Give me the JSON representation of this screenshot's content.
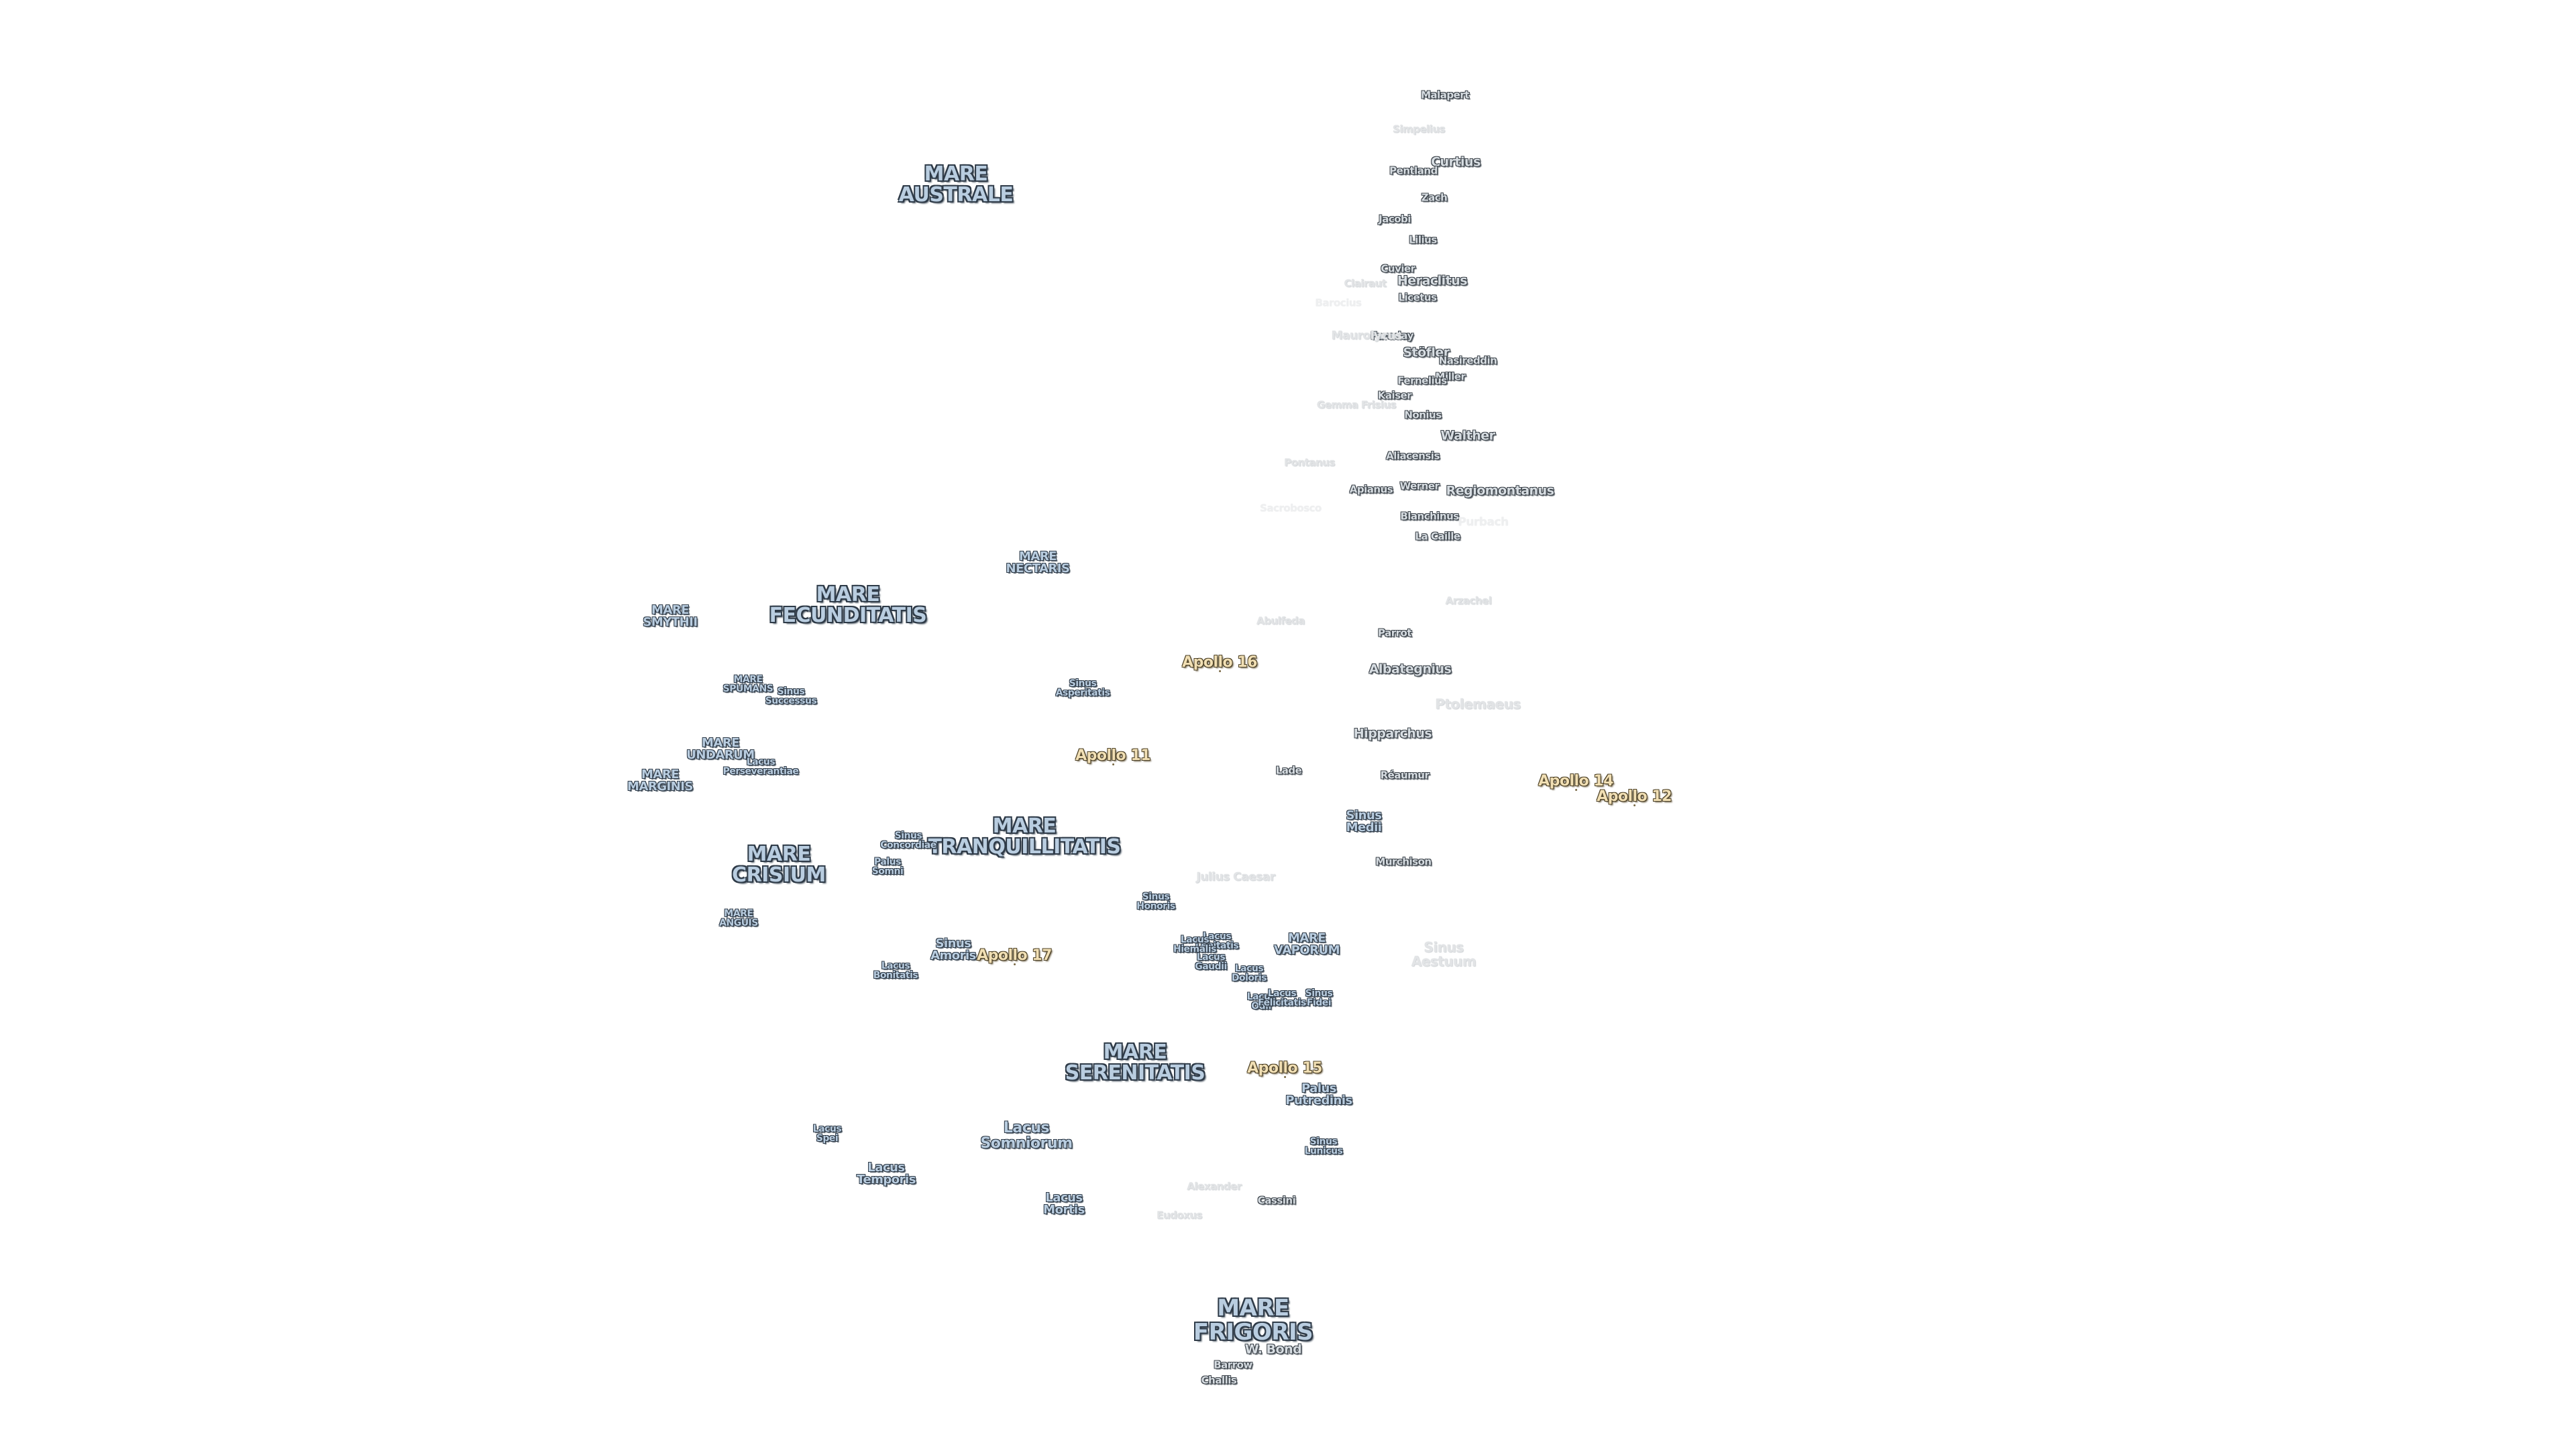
{
  "map": {
    "maria": [
      {
        "id": "mare-australe",
        "label": "MARE\nAUSTRALE"
      },
      {
        "id": "mare-nectaris",
        "label": "MARE\nNECTARIS"
      },
      {
        "id": "mare-smythii",
        "label": "MARE\nSMYTHII"
      },
      {
        "id": "mare-fecunditatis",
        "label": "MARE\nFECUNDITATIS"
      },
      {
        "id": "mare-spumans",
        "label": "MARE\nSPUMANS"
      },
      {
        "id": "mare-undarum",
        "label": "MARE\nUNDARUM"
      },
      {
        "id": "mare-marginis",
        "label": "MARE\nMARGINIS"
      },
      {
        "id": "mare-tranquillitatis",
        "label": "MARE\nTRANQUILLITATIS"
      },
      {
        "id": "mare-crisium",
        "label": "MARE\nCRISIUM"
      },
      {
        "id": "mare-anguis",
        "label": "MARE\nANGUIS"
      },
      {
        "id": "mare-vaporum",
        "label": "MARE\nVAPORUM"
      },
      {
        "id": "mare-serenitatis",
        "label": "MARE\nSERENITATIS"
      },
      {
        "id": "mare-frigoris",
        "label": "MARE\nFRIGORIS"
      }
    ],
    "small_features": [
      {
        "id": "sinus-successus",
        "label": "Sinus\nSuccessus"
      },
      {
        "id": "sinus-asperitatis",
        "label": "Sinus\nAsperitatis"
      },
      {
        "id": "lacus-perseverantiae",
        "label": "Lacus\nPerseverantiae"
      },
      {
        "id": "sinus-concordiae",
        "label": "Sinus\nConcordiae"
      },
      {
        "id": "palus-somni",
        "label": "Palus\nSomni"
      },
      {
        "id": "sinus-honoris",
        "label": "Sinus\nHonoris"
      },
      {
        "id": "sinus-amoris",
        "label": "Sinus\nAmoris"
      },
      {
        "id": "lacus-bonitatis",
        "label": "Lacus\nBonitatis"
      },
      {
        "id": "lacus-lenitatis",
        "label": "Lacus\nLenitatis"
      },
      {
        "id": "lacus-hiemalis",
        "label": "Lacus\nHiemalis"
      },
      {
        "id": "lacus-gaudii",
        "label": "Lacus\nGaudii"
      },
      {
        "id": "lacus-doloris",
        "label": "Lacus\nDoloris"
      },
      {
        "id": "lacus-odii",
        "label": "Lacus\nOdii"
      },
      {
        "id": "lacus-felicitatis",
        "label": "Lacus\nFelicitatis"
      },
      {
        "id": "sinus-fidei",
        "label": "Sinus\nFidei"
      },
      {
        "id": "palus-putredinis",
        "label": "Palus\nPutredinis"
      },
      {
        "id": "sinus-lunicus",
        "label": "Sinus\nLunicus"
      },
      {
        "id": "lacus-spei",
        "label": "Lacus\nSpei"
      },
      {
        "id": "lacus-temporis",
        "label": "Lacus\nTemporis"
      },
      {
        "id": "lacus-mortis",
        "label": "Lacus\nMortis"
      },
      {
        "id": "sinus-medii",
        "label": "Sinus\nMedii"
      },
      {
        "id": "lacus-somniorum",
        "label": "Lacus\nSomniorum"
      }
    ],
    "craters": [
      {
        "id": "malapert",
        "label": "Malapert"
      },
      {
        "id": "curtius",
        "label": "Curtius"
      },
      {
        "id": "pentland",
        "label": "Pentland"
      },
      {
        "id": "zach",
        "label": "Zach"
      },
      {
        "id": "jacobi",
        "label": "Jacobi"
      },
      {
        "id": "lilius",
        "label": "Lilius"
      },
      {
        "id": "cuvier",
        "label": "Cuvier"
      },
      {
        "id": "heraclitus",
        "label": "Heraclitus"
      },
      {
        "id": "licetus",
        "label": "Licetus"
      },
      {
        "id": "faraday",
        "label": "Faraday"
      },
      {
        "id": "stofler",
        "label": "Stöfler"
      },
      {
        "id": "nasireddin",
        "label": "Nasireddin"
      },
      {
        "id": "miller",
        "label": "Miller"
      },
      {
        "id": "fernelius",
        "label": "Fernelius"
      },
      {
        "id": "kaiser",
        "label": "Kaiser"
      },
      {
        "id": "nonius",
        "label": "Nonius"
      },
      {
        "id": "walther",
        "label": "Walther"
      },
      {
        "id": "aliacensis",
        "label": "Aliacensis"
      },
      {
        "id": "werner",
        "label": "Werner"
      },
      {
        "id": "apianus",
        "label": "Apianus"
      },
      {
        "id": "regiomontanus",
        "label": "Regiomontanus"
      },
      {
        "id": "blanchinus",
        "label": "Blanchinus"
      },
      {
        "id": "la-caille",
        "label": "La Caille"
      },
      {
        "id": "parrot",
        "label": "Parrot"
      },
      {
        "id": "albategnius",
        "label": "Albategnius"
      },
      {
        "id": "hipparchus",
        "label": "Hipparchus"
      },
      {
        "id": "reaumur",
        "label": "Réaumur"
      },
      {
        "id": "lade",
        "label": "Lade"
      },
      {
        "id": "murchison",
        "label": "Murchison"
      },
      {
        "id": "cassini",
        "label": "Cassini"
      },
      {
        "id": "w-bond",
        "label": "W. Bond"
      },
      {
        "id": "barrow",
        "label": "Barrow"
      },
      {
        "id": "challis",
        "label": "Challis"
      }
    ],
    "faint_craters": [
      {
        "id": "simpelius",
        "label": "Simpelius"
      },
      {
        "id": "clairaut",
        "label": "Clairaut"
      },
      {
        "id": "maurolycus",
        "label": "Maurolycus"
      },
      {
        "id": "gemma-frisius",
        "label": "Gemma Frisius"
      },
      {
        "id": "pontanus",
        "label": "Pontanus"
      },
      {
        "id": "abulfeda",
        "label": "Abulfeda"
      },
      {
        "id": "arzachel",
        "label": "Arzachel"
      },
      {
        "id": "julius-caesar",
        "label": "Julius Caesar"
      },
      {
        "id": "alexander",
        "label": "Alexander"
      },
      {
        "id": "eudoxus",
        "label": "Eudoxus"
      },
      {
        "id": "ptolemaeus",
        "label": "Ptolemaeus"
      },
      {
        "id": "sinus-aestuum",
        "label": "Sinus\nAestuum"
      }
    ],
    "very_faint_craters": [
      {
        "id": "barocius",
        "label": "Barocius"
      },
      {
        "id": "sacrobosco",
        "label": "Sacrobosco"
      },
      {
        "id": "purbach",
        "label": "Purbach"
      }
    ],
    "apollo_sites": [
      {
        "id": "apollo-16",
        "label": "Apollo 16"
      },
      {
        "id": "apollo-11",
        "label": "Apollo 11"
      },
      {
        "id": "apollo-14",
        "label": "Apollo 14"
      },
      {
        "id": "apollo-12",
        "label": "Apollo 12"
      },
      {
        "id": "apollo-17",
        "label": "Apollo 17"
      },
      {
        "id": "apollo-15",
        "label": "Apollo 15"
      }
    ],
    "colors": {
      "background": "#ffffff",
      "mare_fill": "#b9cde0",
      "crater_fill": "#d7dde2",
      "apollo_fill": "#f1dfb4",
      "outline": "#2f3b48"
    }
  }
}
